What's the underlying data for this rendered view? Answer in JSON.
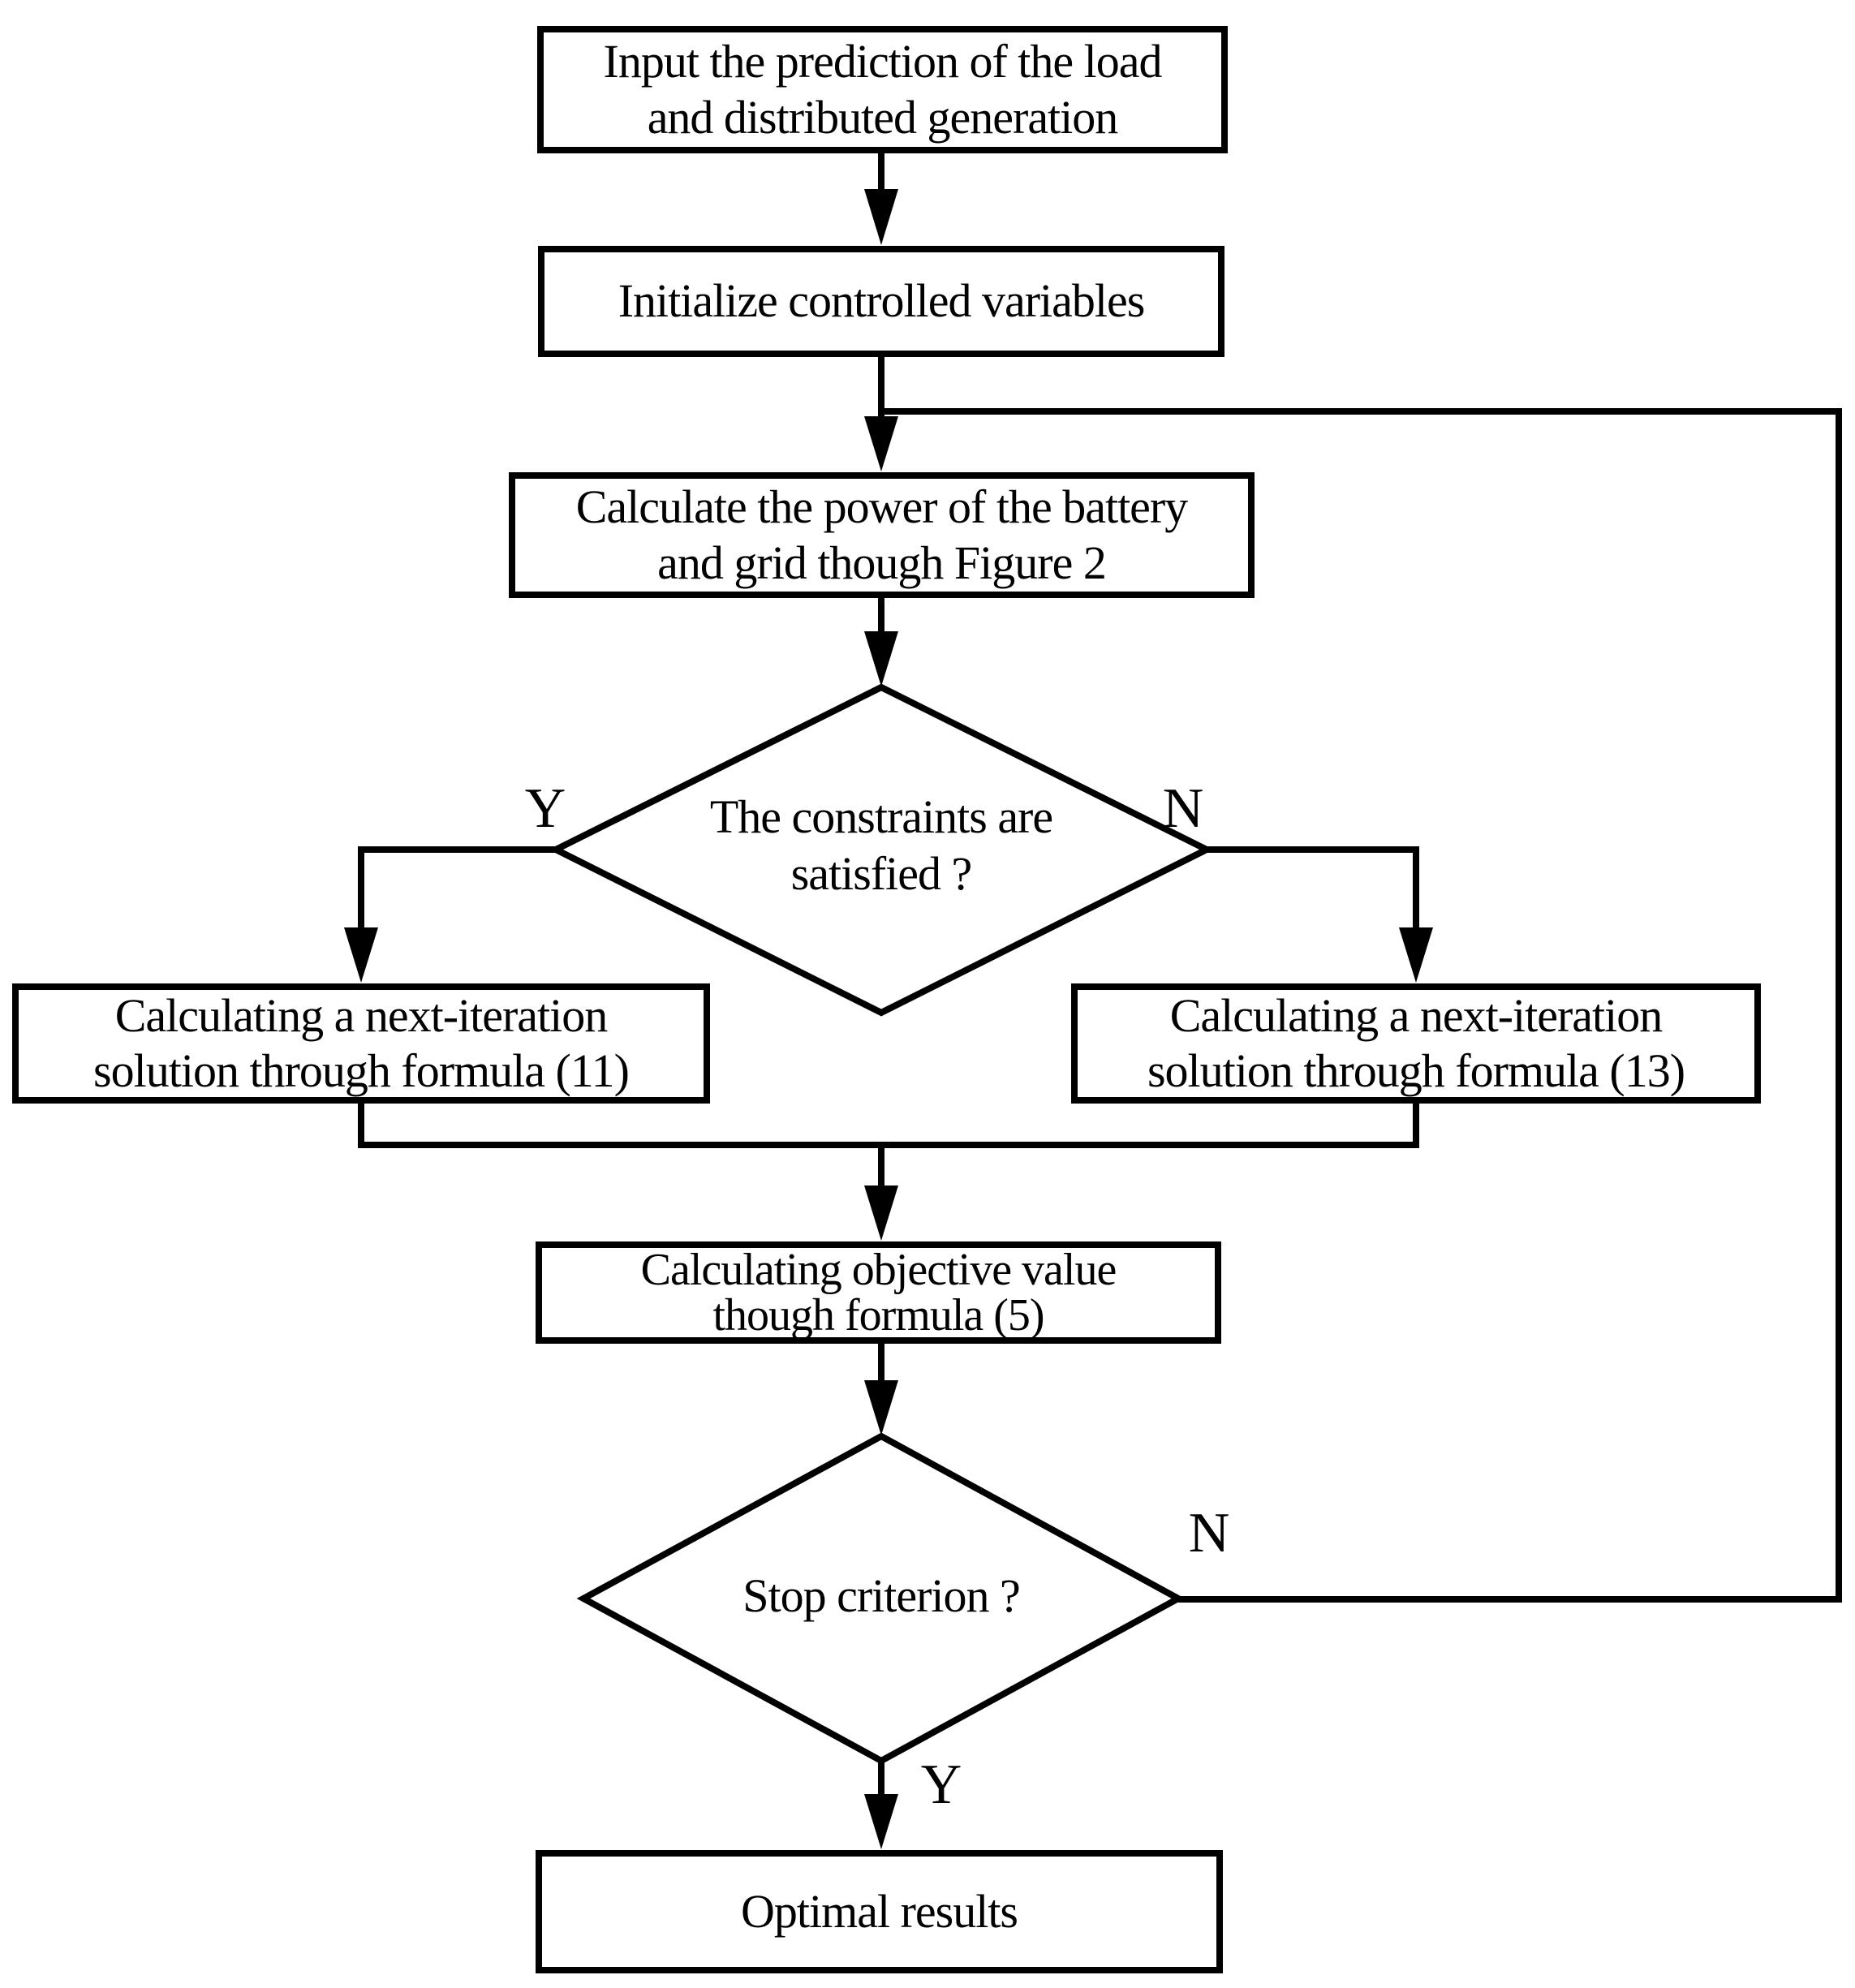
{
  "figure": {
    "background_color": "#ffffff",
    "ink_color": "#000000"
  },
  "nodes": {
    "input": {
      "line1": "Input the prediction of the load",
      "line2": "and distributed generation"
    },
    "initialize": {
      "line1": "Initialize controlled variables"
    },
    "calculate_power": {
      "line1": "Calculate the power of the battery",
      "line2": "and grid though Figure 2"
    },
    "constraints_decision": {
      "line1": "The constraints are",
      "line2": "satisfied ?"
    },
    "next_iteration_11": {
      "line1": "Calculating a next-iteration",
      "line2": "solution through formula (11)"
    },
    "next_iteration_13": {
      "line1": "Calculating a next-iteration",
      "line2": "solution through formula (13)"
    },
    "objective_value": {
      "line1": "Calculating objective value",
      "line2": "though formula (5)"
    },
    "stop_criterion": {
      "line1": "Stop criterion ?"
    },
    "optimal_results": {
      "line1": "Optimal results"
    }
  },
  "branch_labels": {
    "constraints_yes": "Y",
    "constraints_no": "N",
    "stop_no": "N",
    "stop_yes": "Y"
  }
}
